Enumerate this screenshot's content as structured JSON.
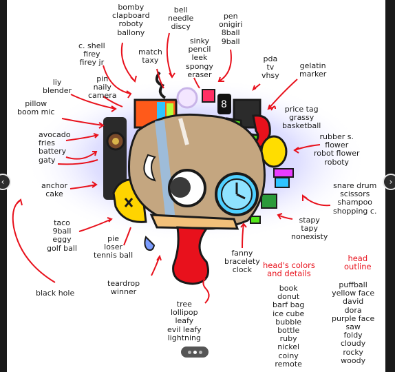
{
  "labels": {
    "bomby": "bomby\nclapboard\nroboty\nballony",
    "bell": "bell\nneedle\ndiscy",
    "pen": "pen\nonigiri\n8ball\n9ball",
    "cshell": "c. shell\nfirey\nfirey jr",
    "match": "match\ntaxy",
    "sinky": "sinky\npencil\nleek\nspongy\neraser",
    "pda": "pda\ntv\nvhsy",
    "gelatin": "gelatin\nmarker",
    "liy": "liy\nblender",
    "pin": "pin\nnaily\ncamera",
    "pillow": "pillow\nboom mic",
    "pricetag": "price tag\ngrassy\nbasketball",
    "avocado": "avocado\nfries\nbattery\ngaty",
    "rubber": "rubber s.\nflower\nrobot flower\nroboty",
    "anchor": "anchor\ncake",
    "snare": "snare drum\nscissors\nshampoo\nshopping c.",
    "taco": "taco\n9ball\neggy\ngolf ball",
    "pie": "pie\nloser\ntennis ball",
    "stapy": "stapy\ntapy\nnonexisty",
    "fanny": "fanny\nbracelety\nclock",
    "headcolors": "head's colors\nand details",
    "headoutline": "head\noutline",
    "blackhole": "black hole",
    "teardrop": "teardrop\nwinner",
    "tree": "tree\nlollipop\nleafy\nevil leafy\nlightning",
    "book": "book\ndonut\nbarf bag\nice cube\nbubble\nbottle\nruby\nnickel\ncoiny\nremote",
    "puffball": "puffball\nyellow face\ndavid\ndora\npurple face\nsaw\nfoldy\ncloudy\nrocky\nwoody"
  },
  "colors": {
    "annotation_red": "#e8111c",
    "glow": "#6c6cff",
    "head_fill": "#c4a680"
  },
  "icons": {
    "prev": "chevron-left-icon",
    "next": "chevron-right-icon"
  }
}
